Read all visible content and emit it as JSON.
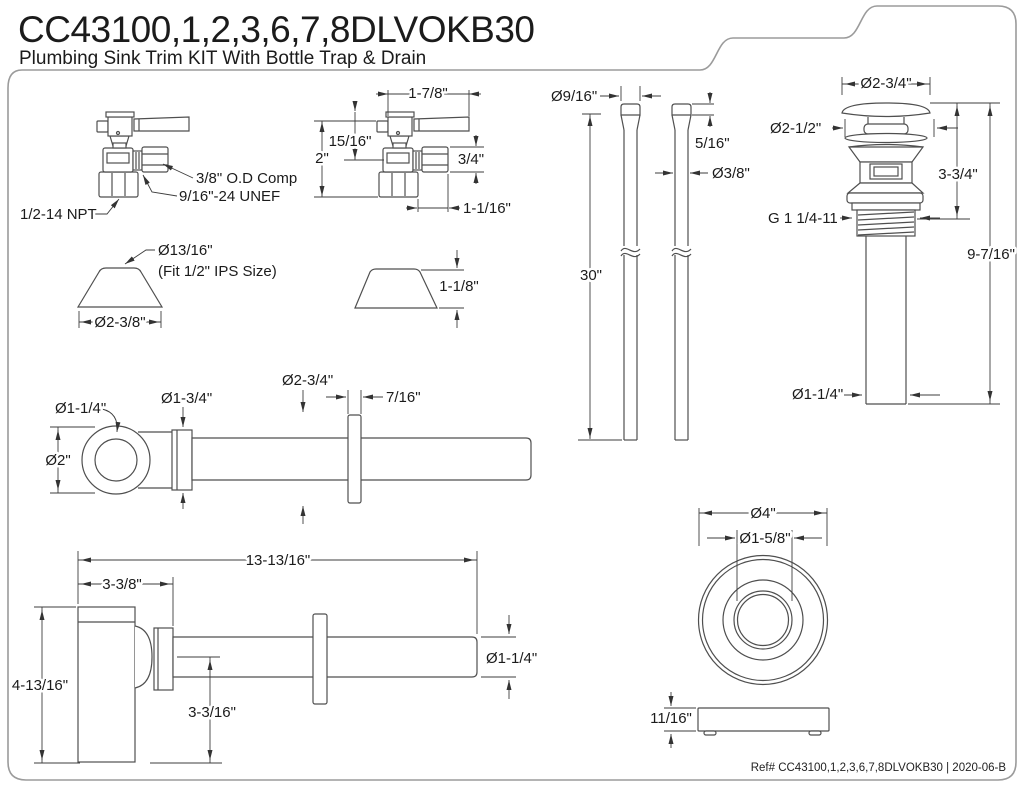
{
  "title": "CC43100,1,2,3,6,7,8DLVOKB30",
  "subtitle": "Plumbing Sink Trim KIT With Bottle Trap & Drain",
  "footer_ref": "Ref# CC43100,1,2,3,6,7,8DLVOKB30 | 2020-06-B",
  "valve_labeled": {
    "comp": "3/8\" O.D Comp",
    "unef": "9/16\"-24 UNEF",
    "npt": "1/2-14 NPT"
  },
  "valve_dimensioned": {
    "overall_width": "1-7/8\"",
    "handle_to_outlet": "15/16\"",
    "overall_height": "2\"",
    "outlet_height": "3/4\"",
    "outlet_offset": "1-1/16\""
  },
  "escutcheon_labeled": {
    "top_diameter": "Ø13/16\"",
    "fit_note": "(Fit 1/2\" IPS Size)",
    "base_diameter": "Ø2-3/8\""
  },
  "escutcheon_dimensioned": {
    "height": "1-1/8\""
  },
  "supply_lines": {
    "head_diameter": "Ø9/16\"",
    "head_height": "5/16\"",
    "tube_diameter": "Ø3/8\"",
    "length": "30\""
  },
  "drain": {
    "cap_diameter": "Ø2-3/4\"",
    "flange_diameter": "Ø2-1/2\"",
    "upper_height": "3-3/4\"",
    "thread_spec": "G 1 1/4-11",
    "overall_height": "9-7/16\"",
    "tailpiece_diameter": "Ø1-1/4\""
  },
  "extension_tube": {
    "inner_diameter": "Ø1-1/4\"",
    "collar_diameter": "Ø1-3/4\"",
    "flange_diameter": "Ø2-3/4\"",
    "flange_thickness": "7/16\"",
    "ring_diameter": "Ø2\""
  },
  "bottle_trap": {
    "overall_length": "13-13/16\"",
    "body_width": "3-3/8\"",
    "body_height": "4-13/16\"",
    "outlet_drop": "3-3/16\"",
    "tube_diameter": "Ø1-1/4\""
  },
  "wall_flange": {
    "outer_diameter": "Ø4\"",
    "inner_diameter": "Ø1-5/8\"",
    "thickness": "11/16\""
  }
}
